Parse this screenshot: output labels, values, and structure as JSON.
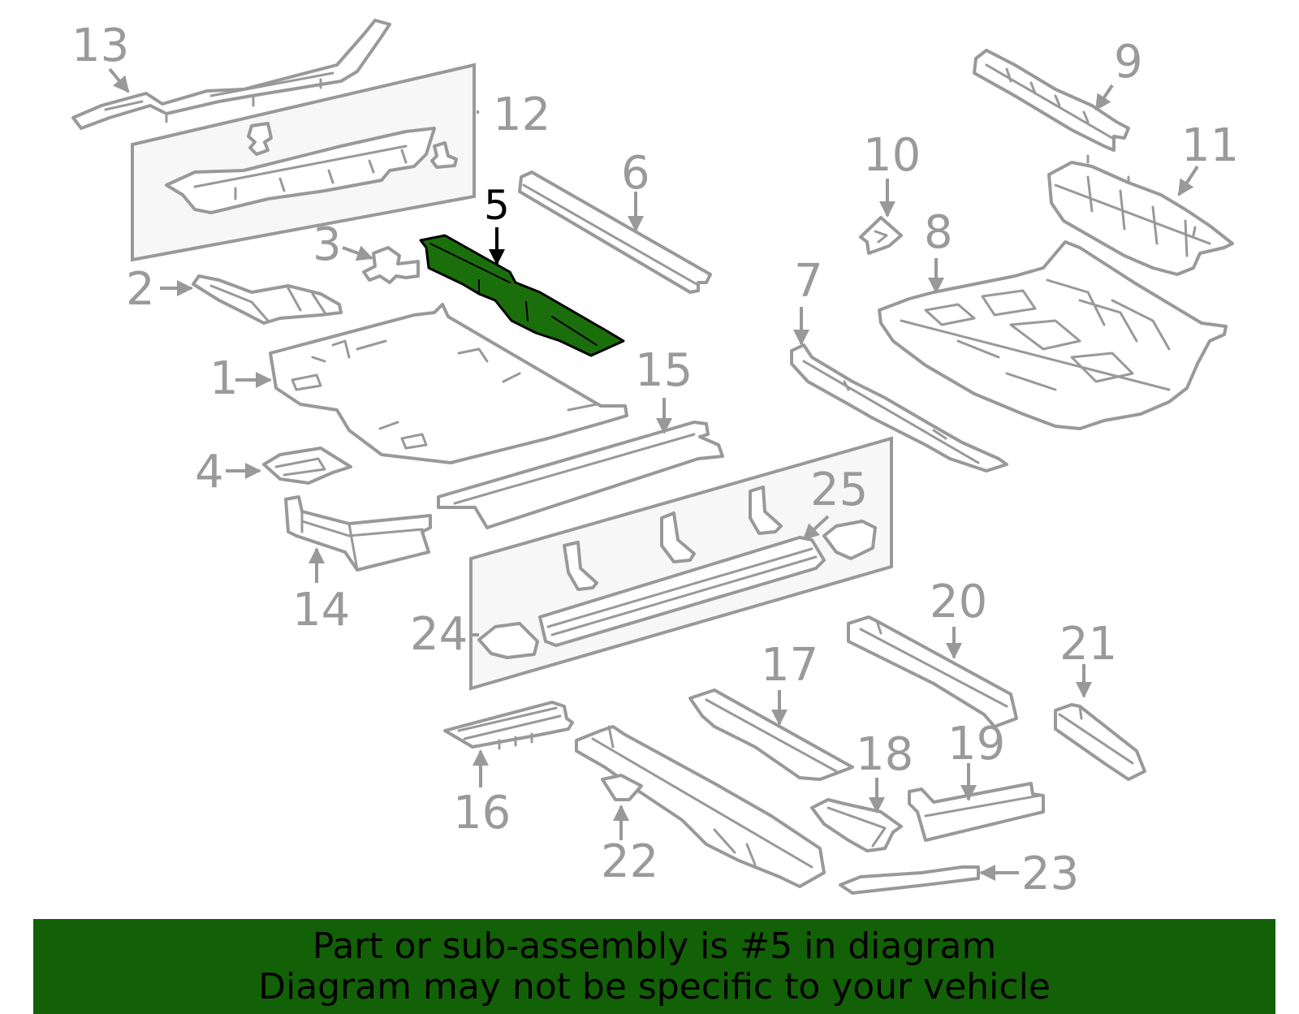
{
  "callouts": [
    "1",
    "2",
    "3",
    "4",
    "5",
    "6",
    "7",
    "8",
    "9",
    "10",
    "11",
    "12",
    "13",
    "14",
    "15",
    "16",
    "17",
    "18",
    "19",
    "20",
    "21",
    "22",
    "23",
    "24",
    "25"
  ],
  "highlight_part": "5",
  "colors": {
    "highlight": "#1b6e0c",
    "banner": "#136106",
    "line": "#999999",
    "label": "#9a9a9a"
  },
  "banner": {
    "line1": "Part or sub-assembly is #5 in diagram",
    "line2": "Diagram may not be specific to your vehicle"
  }
}
